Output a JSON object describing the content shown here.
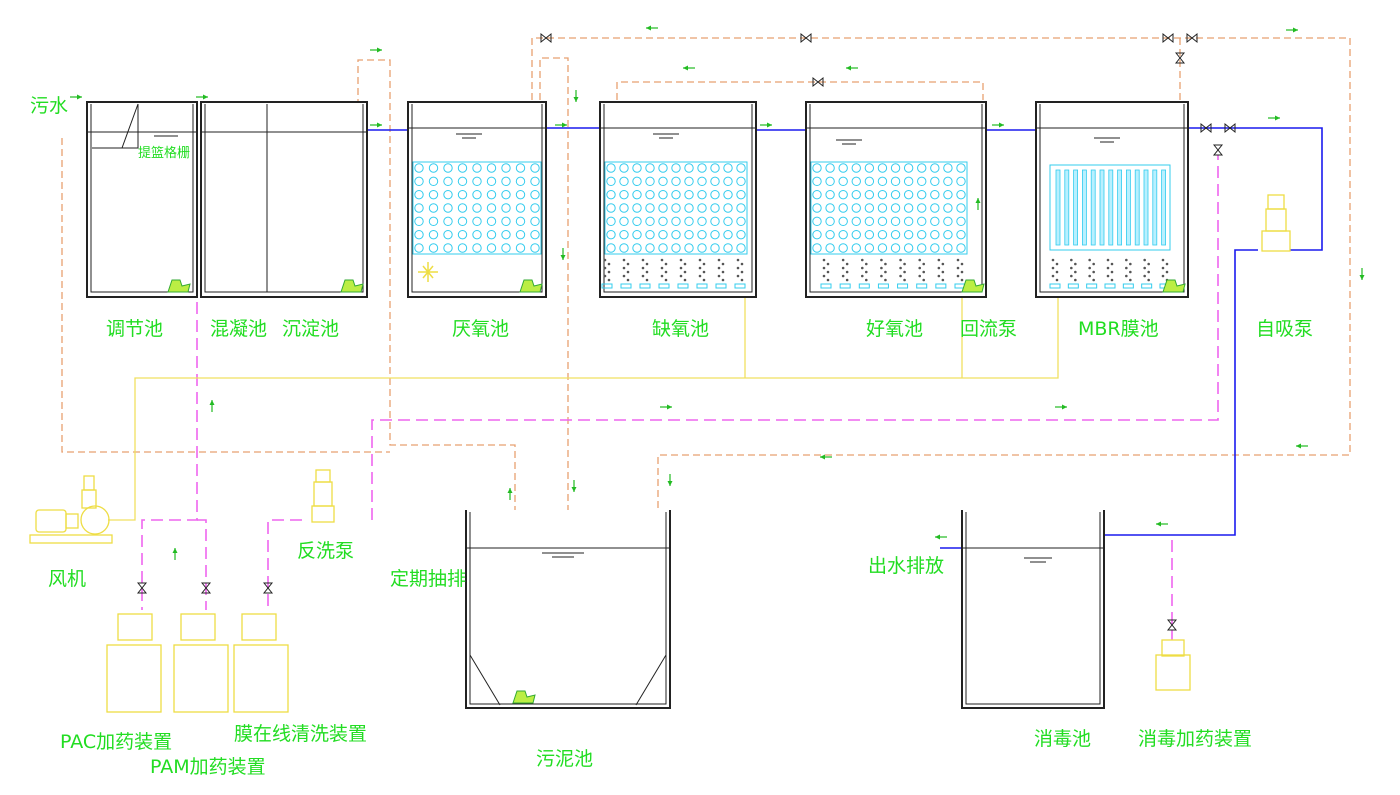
{
  "labels": {
    "sewage_in": "污水",
    "basket_screen": "提篮格栅",
    "equalization_tank": "调节池",
    "coagulation_tank": "混凝池",
    "sedimentation_tank": "沉淀池",
    "anaerobic_tank": "厌氧池",
    "anoxic_tank": "缺氧池",
    "aerobic_tank": "好氧池",
    "return_pump": "回流泵",
    "mbr_tank": "MBR膜池",
    "self_priming_pump": "自吸泵",
    "blower": "风机",
    "backwash_pump": "反洗泵",
    "periodic_pumping": "定期抽排",
    "effluent_discharge": "出水排放",
    "pac_dosing": "PAC加药装置",
    "pam_dosing": "PAM加药装置",
    "membrane_cleaning": "膜在线清洗装置",
    "sludge_tank": "污泥池",
    "disinfection_tank": "消毒池",
    "disinfection_dosing": "消毒加药装置"
  },
  "colors": {
    "label_green": "#22dd22",
    "tank_outline": "#222222",
    "sludge_return_line": "#e8a070",
    "chemical_line": "#ee66ee",
    "water_line": "#1a1aee",
    "air_line": "#f0e060",
    "media_cyan": "#33ccee",
    "equipment_yellow": "#f0e060"
  }
}
